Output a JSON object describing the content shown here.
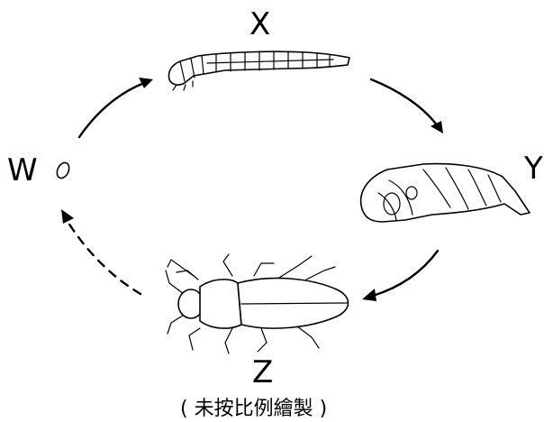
{
  "diagram": {
    "stages": {
      "egg": {
        "label": "W",
        "icon": "egg-icon"
      },
      "larva": {
        "label": "X",
        "icon": "larva-icon"
      },
      "pupa": {
        "label": "Y",
        "icon": "pupa-icon"
      },
      "adult": {
        "label": "Z",
        "icon": "beetle-icon"
      }
    },
    "note": "( 未按比例繪製 )",
    "arrows": [
      {
        "from": "W",
        "to": "X",
        "style": "solid"
      },
      {
        "from": "X",
        "to": "Y",
        "style": "solid"
      },
      {
        "from": "Y",
        "to": "Z",
        "style": "solid"
      },
      {
        "from": "Z",
        "to": "W",
        "style": "dashed"
      }
    ],
    "colors": {
      "ink": "#000000",
      "background": "#ffffff"
    }
  }
}
